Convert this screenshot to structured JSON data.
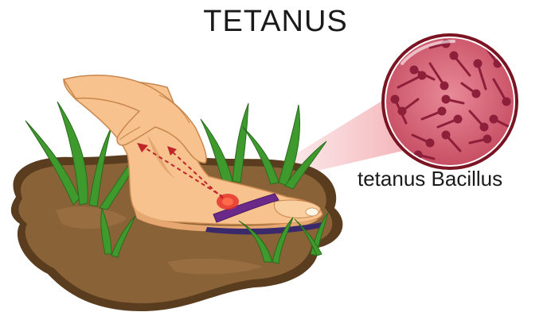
{
  "title": "TETANUS",
  "caption": "tetanus Bacillus",
  "colors": {
    "skin": "#f7c28e",
    "skin_shadow": "#e6a770",
    "mud": "#8a6237",
    "mud_dark": "#5a3c1e",
    "grass": "#3f9a2d",
    "wound": "#e8312a",
    "sandal_strap": "#6b2a8a",
    "bacteria_bg": "#d86a7b",
    "bacteria": "#8e1f3a",
    "magnifier_beam": "#f3b9bd"
  },
  "icons": [
    "foot-illustration",
    "mud-puddle",
    "grass-tuft",
    "wound-spot",
    "infection-path-arrow",
    "bacteria-magnifier"
  ]
}
